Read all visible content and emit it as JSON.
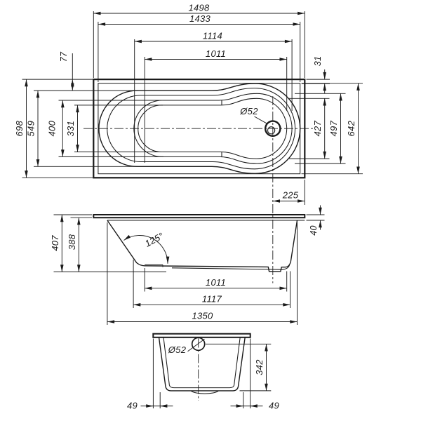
{
  "drawing": {
    "kind": "bathtub-dimensional-drawing",
    "top_view": {
      "length_overall": "1498",
      "length_rim_inner": "1433",
      "length_bowl": "1114",
      "length_bowl_bottom": "1011",
      "offset_head": "77",
      "offset_corner": "31",
      "width_overall": "698",
      "width_bowl": "549",
      "width_bowl_mid": "400",
      "width_bowl_inner": "331",
      "width_bulge_inner": "427",
      "width_bulge_outer": "497",
      "width_rim_inner": "642",
      "drain_offset": "225",
      "drain_diameter": "Ø52"
    },
    "side_view": {
      "height_total": "407",
      "height_shell": "388",
      "backrest_angle": "125°",
      "rim_drop": "40",
      "length_bottom": "1011",
      "length_base": "1117",
      "length_shell": "1350"
    },
    "end_view": {
      "drain_diameter": "Ø52",
      "height_drain_to_bottom": "342",
      "inset_left": "49",
      "inset_right": "49"
    }
  }
}
